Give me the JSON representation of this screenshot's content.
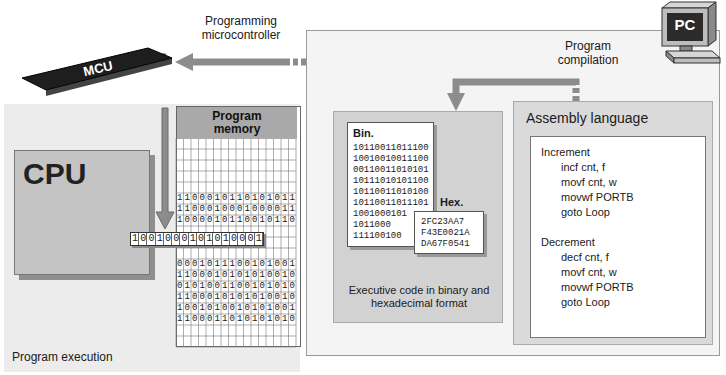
{
  "diagram": {
    "nodes": [
      {
        "text": [
          "MCU"
        ]
      },
      {
        "text": [
          "Program execution"
        ]
      },
      {
        "text": [
          "CPU"
        ],
        "in": 1
      },
      {
        "text": [
          "Program memory"
        ],
        "in": 1
      },
      {
        "text": [
          "Program compilation"
        ]
      },
      {
        "text": [
          "Executive code in binary and hexadecimal format"
        ],
        "in": 4
      },
      {
        "text": [
          "Bin.",
          "10110011011100 10010010011100 00110011010101 10111010101100 10110011010100 10110011011101 1001000101 1011000 111100100"
        ],
        "in": 5
      },
      {
        "text": [
          "Hex.",
          "2FC23AA7 F43E0021A DA67F0541"
        ],
        "in": 5
      },
      {
        "text": [
          "Assembly language"
        ],
        "in": 4
      },
      {
        "text": [
          "Increment",
          "incf cnt, f",
          "movf cnt, w",
          "movwf PORTB",
          "goto Loop",
          "Decrement",
          "decf cnt, f",
          "movf cnt, w",
          "movwf PORTB",
          "goto Loop"
        ],
        "in": 8
      },
      {
        "text": [
          "PC"
        ]
      }
    ],
    "edges": [
      {
        "from": 4,
        "to": 0,
        "arrow": "to",
        "label": "Programming microcontroller"
      },
      {
        "from": 8,
        "to": 5,
        "arrow": "to"
      }
    ],
    "labels": [
      "1100010110101011",
      "1100010001000011",
      "1000010110010110",
      "1001000101010001",
      "0001011100101001",
      "1100010101010010",
      "0101001100101010",
      "1100010101010010",
      "1001010010101001",
      "1100011010101010"
    ]
  }
}
